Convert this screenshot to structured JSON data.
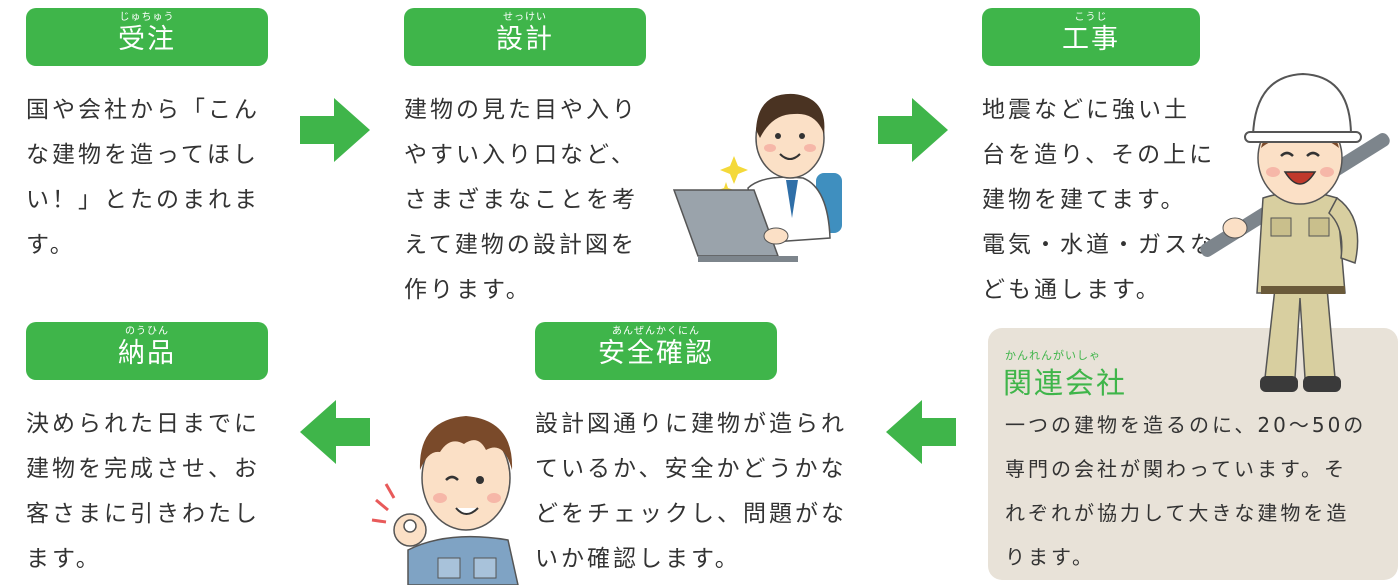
{
  "colors": {
    "accent": "#3fb54a",
    "box_bg": "#e8e2d8",
    "text": "#333333"
  },
  "steps": [
    {
      "ruby": "じゅちゅう",
      "title": "受注",
      "body": "国や会社から「こん\nな建物を造ってほし\nい！」とたのまれま\nす。"
    },
    {
      "ruby": "せっけい",
      "title": "設計",
      "body": "建物の見た目や入り\nやすい入り口など、\nさまざまなことを考\nえて建物の設計図を\n作ります。"
    },
    {
      "ruby": "こうじ",
      "title": "工事",
      "body": "地震などに強い土\n台を造り、その上に\n建物を建てます。\n電気・水道・ガスな\nども通します。"
    },
    {
      "ruby": "あんぜんかくにん",
      "title": "安全確認",
      "body": "設計図通りに建物が造られ\nているか、安全かどうかな\nどをチェックし、問題がな\nいか確認します。"
    },
    {
      "ruby": "のうひん",
      "title": "納品",
      "body": "決められた日までに\n建物を完成させ、お\n客さまに引きわたし\nます。"
    }
  ],
  "related": {
    "ruby": "かんれんがいしゃ",
    "title": "関連会社",
    "body": "一つの建物を造るのに、20～50の\n専門の会社が関わっています。そ\nれぞれが協力して大きな建物を造\nります。"
  }
}
